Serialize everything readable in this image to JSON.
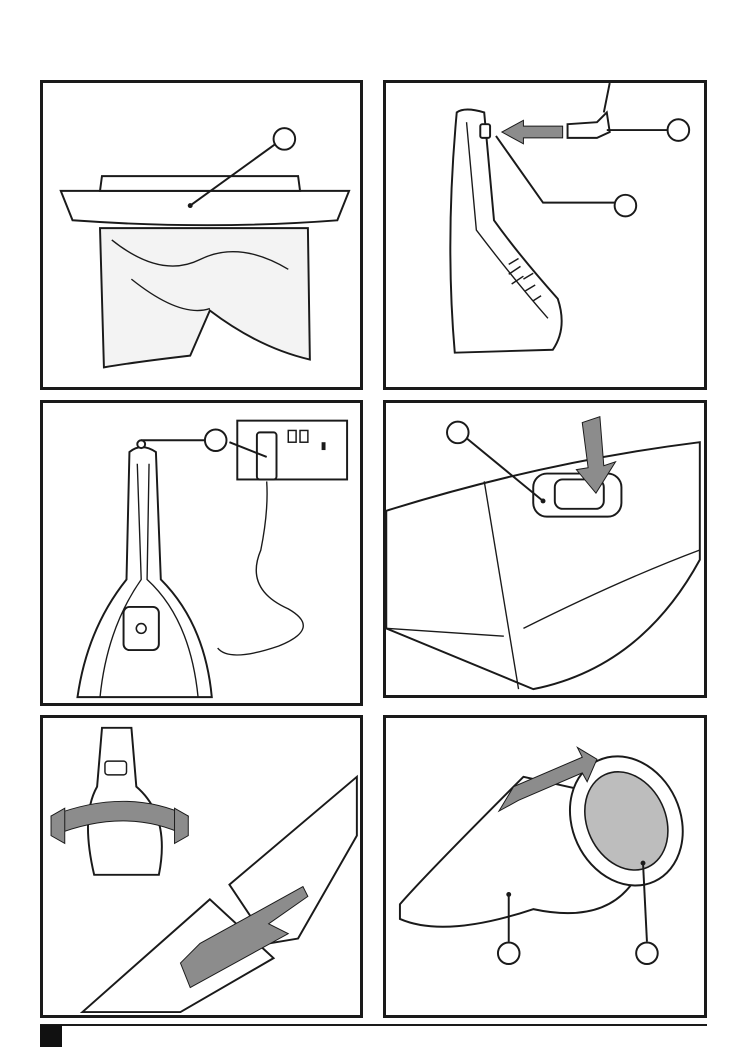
{
  "page": {
    "panels": [
      {
        "id": "filter-bag"
      },
      {
        "id": "charger-plug-socket"
      },
      {
        "id": "charging-wall-outlet"
      },
      {
        "id": "release-button"
      },
      {
        "id": "bowl-twist-removal"
      },
      {
        "id": "filter-removal"
      }
    ],
    "colors": {
      "ink": "#1a1a1a",
      "grey_arrow": "#8c8c8c",
      "light_grey": "#bdbdbd",
      "paper": "#ffffff"
    },
    "icons": [
      "arrow-icon",
      "callout-circle-icon",
      "power-button-icon"
    ],
    "footer": {
      "page_marker": "black-square"
    }
  }
}
